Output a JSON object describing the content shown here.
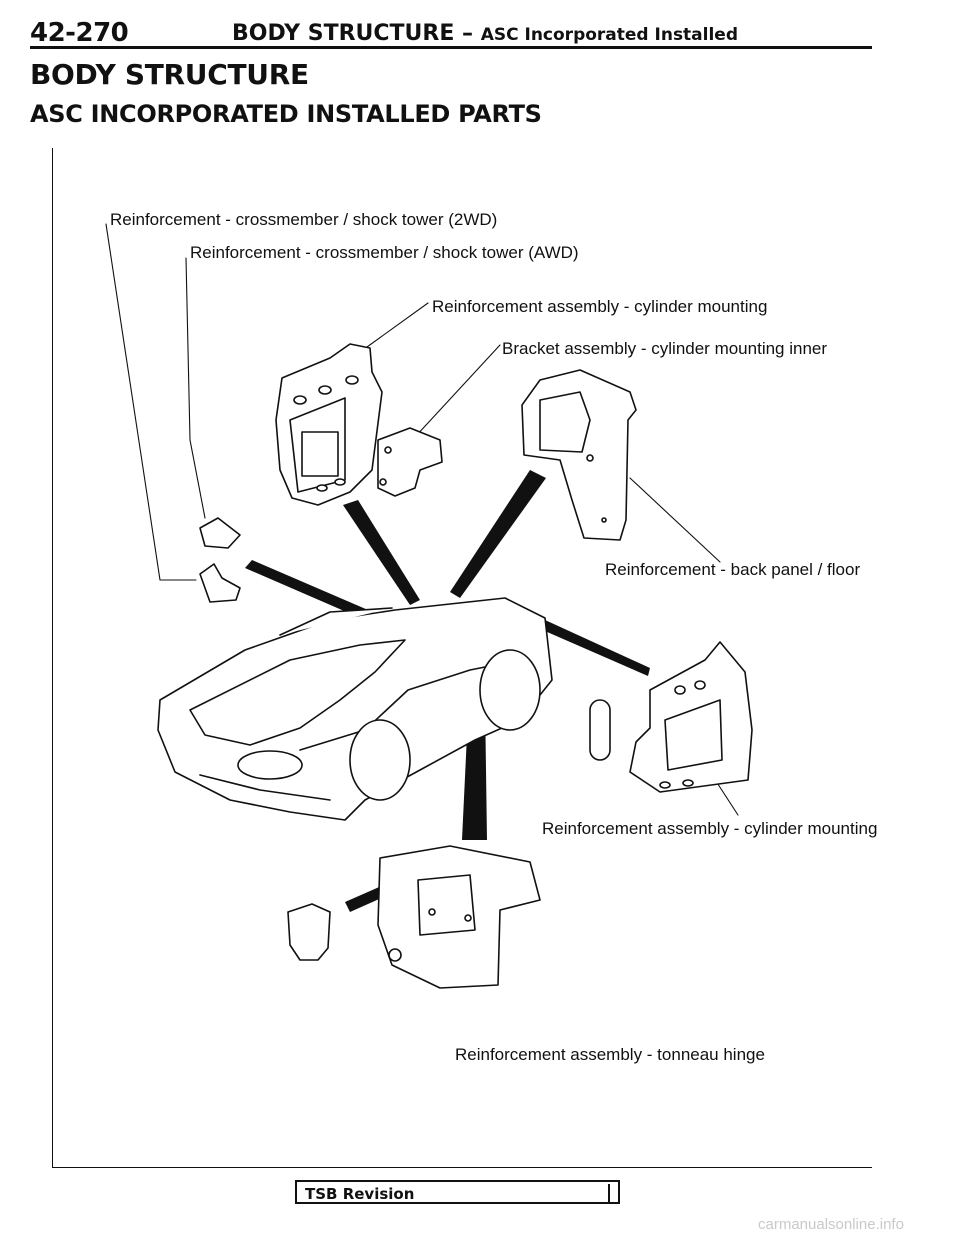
{
  "header": {
    "page_number": "42-270",
    "section": "BODY STRUCTURE",
    "section_sep": " – ",
    "section_sub": "ASC Incorporated Installed"
  },
  "title": "BODY STRUCTURE",
  "subtitle": "ASC INCORPORATED INSTALLED PARTS",
  "labels": {
    "reinf_2wd": "Reinforcement - crossmember / shock tower (2WD)",
    "reinf_awd": "Reinforcement - crossmember / shock tower (AWD)",
    "reinf_cyl_upper": "Reinforcement assembly - cylinder mounting",
    "bracket_inner": "Bracket assembly - cylinder mounting inner",
    "reinf_back_panel": "Reinforcement - back panel / floor",
    "reinf_cyl_lower": "Reinforcement assembly - cylinder mounting",
    "reinf_tonneau": "Reinforcement assembly - tonneau hinge"
  },
  "footer": {
    "tsb_label": "TSB Revision",
    "watermark": "carmanualsonline.info"
  }
}
